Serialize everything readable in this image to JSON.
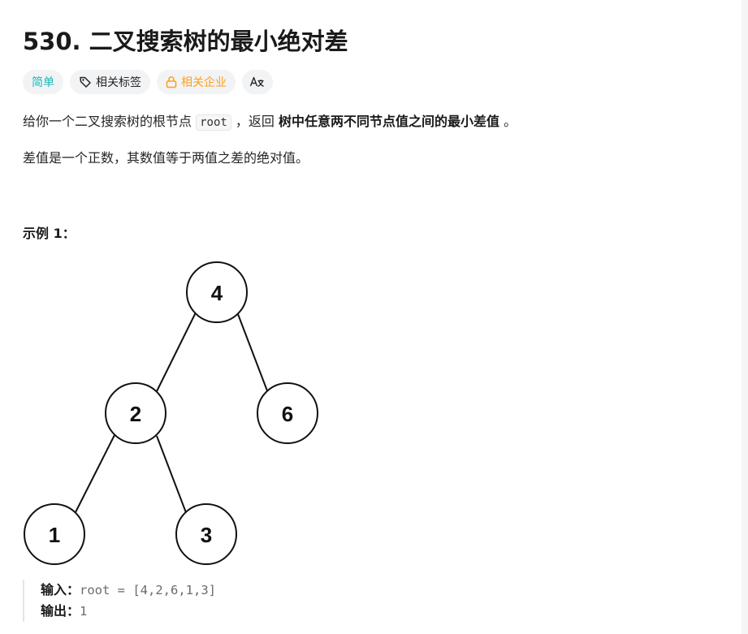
{
  "problem": {
    "title": "530. 二叉搜索树的最小绝对差",
    "tags": {
      "difficulty": "简单",
      "topics": "相关标签",
      "companies": "相关企业",
      "translate": "A文"
    },
    "description": {
      "p1_before": "给你一个二叉搜索树的根节点 ",
      "p1_code": "root",
      "p1_middle": " ，返回 ",
      "p1_bold": "树中任意两不同节点值之间的最小差值",
      "p1_after": " 。",
      "p2": "差值是一个正数，其数值等于两值之差的绝对值。"
    },
    "example1": {
      "title": "示例 1：",
      "input_label": "输入：",
      "input_value": "root = [4,2,6,1,3]",
      "output_label": "输出：",
      "output_value": "1",
      "tree_nodes": [
        "4",
        "2",
        "6",
        "1",
        "3"
      ]
    }
  }
}
